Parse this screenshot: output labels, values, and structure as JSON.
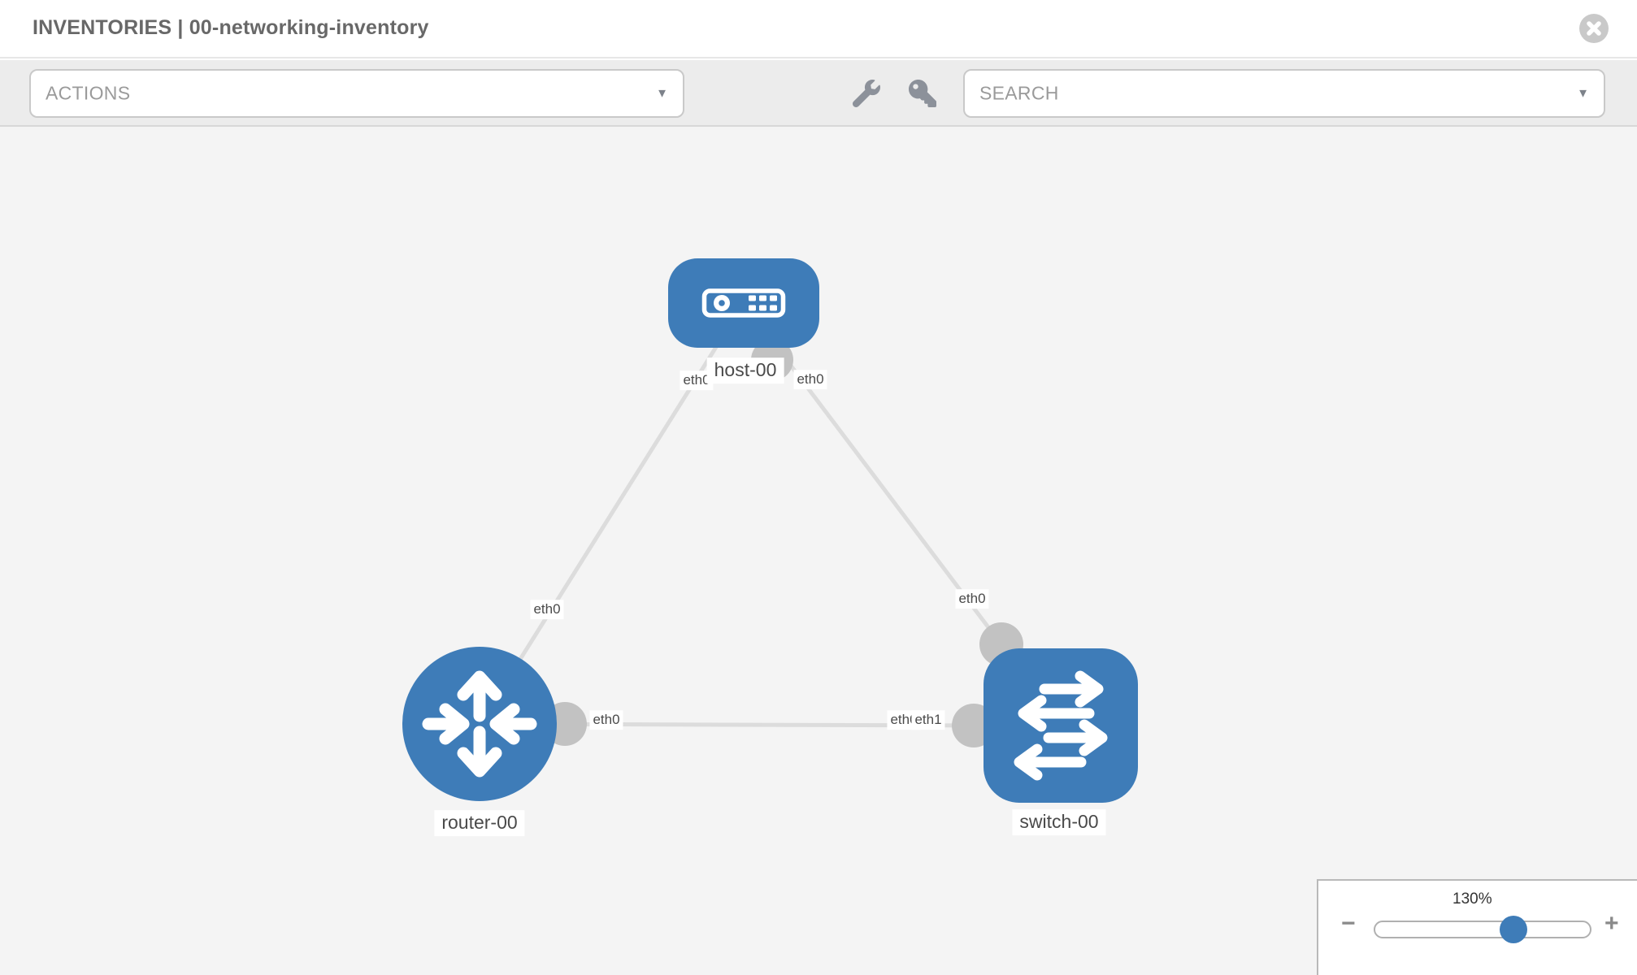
{
  "header": {
    "title": "INVENTORIES | 00-networking-inventory",
    "close_icon": "circle-x-icon"
  },
  "toolbar": {
    "actions_dropdown": {
      "label": "ACTIONS",
      "caret": "▼"
    },
    "wrench_icon": "wrench-icon",
    "key_icon": "key-icon",
    "search_dropdown": {
      "placeholder": "SEARCH",
      "caret": "▼"
    }
  },
  "topology": {
    "nodes": [
      {
        "name": "host-00",
        "type": "host",
        "shape": "rounded-rect",
        "icon": "server-icon"
      },
      {
        "name": "router-00",
        "type": "router",
        "shape": "circle",
        "icon": "route-arrows-icon"
      },
      {
        "name": "switch-00",
        "type": "switch",
        "shape": "rounded-square",
        "icon": "exchange-arrows-icon"
      }
    ],
    "links": [
      {
        "from": "host-00",
        "to": "router-00"
      },
      {
        "from": "host-00",
        "to": "switch-00"
      },
      {
        "from": "router-00",
        "to": "switch-00"
      }
    ],
    "interface_labels": [
      {
        "link": "host-router",
        "near": "host",
        "text": "eth0"
      },
      {
        "link": "host-router",
        "near": "router",
        "text": "eth0"
      },
      {
        "link": "host-switch",
        "near": "host",
        "text": "eth0"
      },
      {
        "link": "host-switch",
        "near": "switch",
        "text": "eth0"
      },
      {
        "link": "router-switch",
        "near": "router",
        "text": "eth0"
      },
      {
        "link": "router-switch",
        "near": "switch",
        "text": "eth0"
      },
      {
        "link": "router-switch",
        "near": "switch",
        "text": "eth1"
      }
    ]
  },
  "zoom_panel": {
    "level": "130%",
    "minus_label": "−",
    "plus_label": "+"
  },
  "colors": {
    "node_blue": "#3e7cb8",
    "link_gray": "#dcdcdc",
    "interface_gray": "#c2c2c2",
    "canvas_bg": "#f4f4f4",
    "toolbar_bg": "#ececec",
    "title_gray": "#686868"
  }
}
